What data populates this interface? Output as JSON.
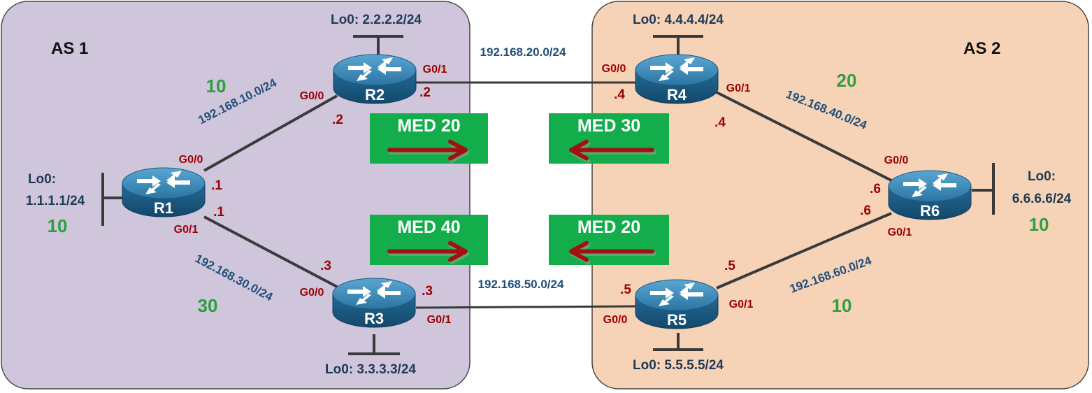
{
  "colors": {
    "as1_fill": "#d0c6dc",
    "as2_fill": "#f6d3b7",
    "link": "#3a3a3a",
    "router_top": "#3a87b3",
    "router_side": "#1b5e86",
    "med_box": "#13ae4b",
    "med_arrow": "#a01212",
    "interface_text": "#9b0000",
    "network_text": "#1f4e79",
    "cost_text": "#2e9e3f"
  },
  "as_areas": [
    {
      "id": "as1",
      "label": "AS 1"
    },
    {
      "id": "as2",
      "label": "AS 2"
    }
  ],
  "routers": [
    {
      "id": "R1",
      "label": "R1",
      "loopback": [
        "Lo0:",
        "1.1.1.1/24"
      ],
      "cost": "10"
    },
    {
      "id": "R2",
      "label": "R2",
      "loopback": [
        "Lo0: 2.2.2.2/24"
      ]
    },
    {
      "id": "R3",
      "label": "R3",
      "loopback": [
        "Lo0: 3.3.3.3/24"
      ]
    },
    {
      "id": "R4",
      "label": "R4",
      "loopback": [
        "Lo0: 4.4.4.4/24"
      ]
    },
    {
      "id": "R5",
      "label": "R5",
      "loopback": [
        "Lo0: 5.5.5.5/24"
      ]
    },
    {
      "id": "R6",
      "label": "R6",
      "loopback": [
        "Lo0:",
        "6.6.6.6/24"
      ],
      "cost": "10"
    }
  ],
  "links": [
    {
      "id": "r1-r2",
      "network": "192.168.10.0/24",
      "cost": "10",
      "a_if": "G0/0",
      "a_ip": ".1",
      "b_if": "G0/0",
      "b_ip": ".2"
    },
    {
      "id": "r1-r3",
      "network": "192.168.30.0/24",
      "cost": "30",
      "a_if": "G0/1",
      "a_ip": ".1",
      "b_if": "G0/0",
      "b_ip": ".3"
    },
    {
      "id": "r2-r4",
      "network": "192.168.20.0/24",
      "a_if": "G0/1",
      "a_ip": ".2",
      "b_if": "G0/0",
      "b_ip": ".4"
    },
    {
      "id": "r3-r5",
      "network": "192.168.50.0/24",
      "a_if": "G0/1",
      "a_ip": ".3",
      "b_if": "G0/0",
      "b_ip": ".5"
    },
    {
      "id": "r4-r6",
      "network": "192.168.40.0/24",
      "cost": "20",
      "a_if": "G0/1",
      "a_ip": ".4",
      "b_if": "G0/0",
      "b_ip": ".6"
    },
    {
      "id": "r5-r6",
      "network": "192.168.60.0/24",
      "cost": "10",
      "a_if": "G0/1",
      "a_ip": ".5",
      "b_if": "G0/1",
      "b_ip": ".6"
    }
  ],
  "med_boxes": [
    {
      "id": "med-r2",
      "label": "MED 20",
      "direction": "right"
    },
    {
      "id": "med-r4",
      "label": "MED 30",
      "direction": "left"
    },
    {
      "id": "med-r3",
      "label": "MED 40",
      "direction": "right"
    },
    {
      "id": "med-r5",
      "label": "MED 20",
      "direction": "left"
    }
  ]
}
